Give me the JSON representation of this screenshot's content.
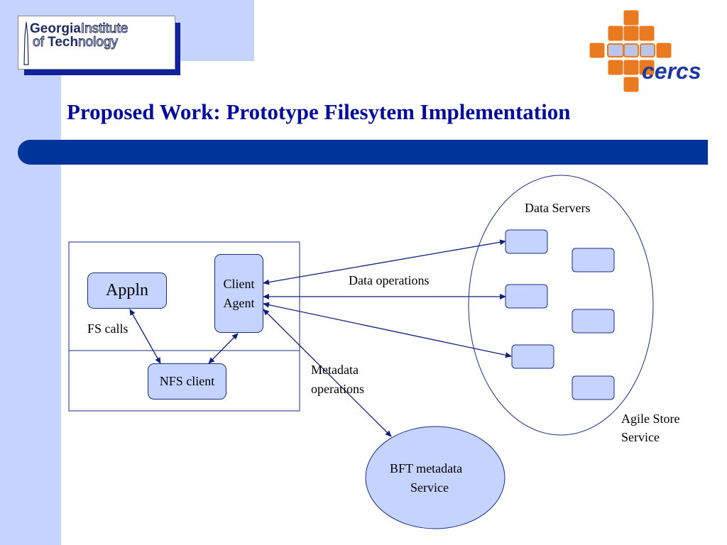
{
  "slide": {
    "title": "Proposed Work: Prototype Filesytem Implementation"
  },
  "logos": {
    "georgia_tech": {
      "word1": "Georgia",
      "word2": "Institute",
      "word3": "of ",
      "word4": "Tech",
      "word5": "nology"
    },
    "cercs": {
      "text": "cercs",
      "color": "#e97a1f",
      "accent": "#1e3aa0"
    }
  },
  "diagram": {
    "appln": "Appln",
    "fs_calls": "FS calls",
    "client_agent_line1": "Client",
    "client_agent_line2": "Agent",
    "nfs_client": "NFS client",
    "data_operations": "Data operations",
    "metadata_line1": "Metadata",
    "metadata_line2": "operations",
    "data_servers": "Data Servers",
    "agile_line1": "Agile Store",
    "agile_line2": "Service",
    "bft_line1": "BFT metadata",
    "bft_line2": "Service"
  },
  "colors": {
    "band": "#c5d3ff",
    "title": "#000b9a",
    "title_bar": "#00349b",
    "node_fill": "#c5d3ff",
    "node_stroke": "#1a2e84"
  }
}
